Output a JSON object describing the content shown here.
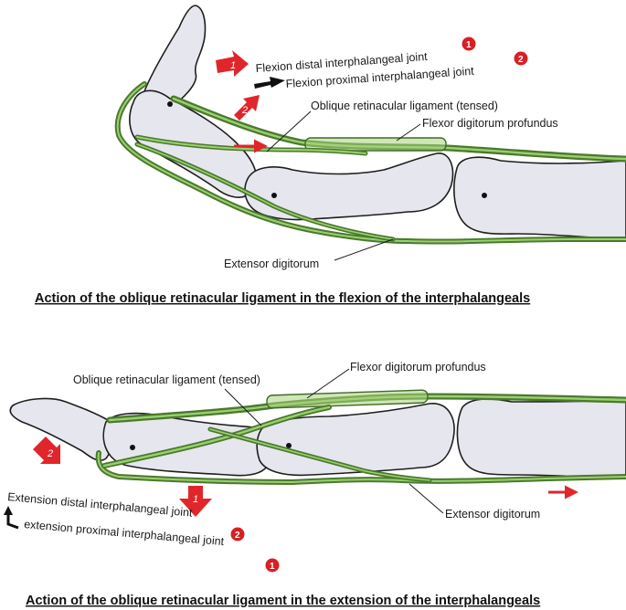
{
  "colors": {
    "bone_fill": "#e6e6ee",
    "tendon_dark": "#4a7a2c",
    "tendon_light": "#9ccf72",
    "arrow_red": "#e0262a",
    "badge_red": "#d62024"
  },
  "flexion": {
    "labels": {
      "dip": "Flexion distal interphalangeal joint",
      "pip": "Flexion proximal interphalangeal joint",
      "orl": "Oblique retinacular ligament (tensed)",
      "fdp": "Flexor digitorum profundus",
      "ext": "Extensor digitorum"
    },
    "badges": {
      "dip": "1",
      "pip": "2"
    },
    "arrow_numbers": {
      "a1": "1",
      "a2": "2"
    },
    "caption": "Action of the oblique retinacular ligament in the flexion of the interphalangeals"
  },
  "extension": {
    "labels": {
      "orl": "Oblique retinacular ligament (tensed)",
      "fdp": "Flexor digitorum profundus",
      "ext": "Extensor digitorum",
      "dip": "Extension distal interphalangeal joint",
      "pip": "extension proximal interphalangeal joint"
    },
    "badges": {
      "dip": "2",
      "pip": "1"
    },
    "arrow_numbers": {
      "a2": "2",
      "a1": "1"
    },
    "caption": "Action of the oblique retinacular ligament in the extension of the interphalangeals"
  }
}
